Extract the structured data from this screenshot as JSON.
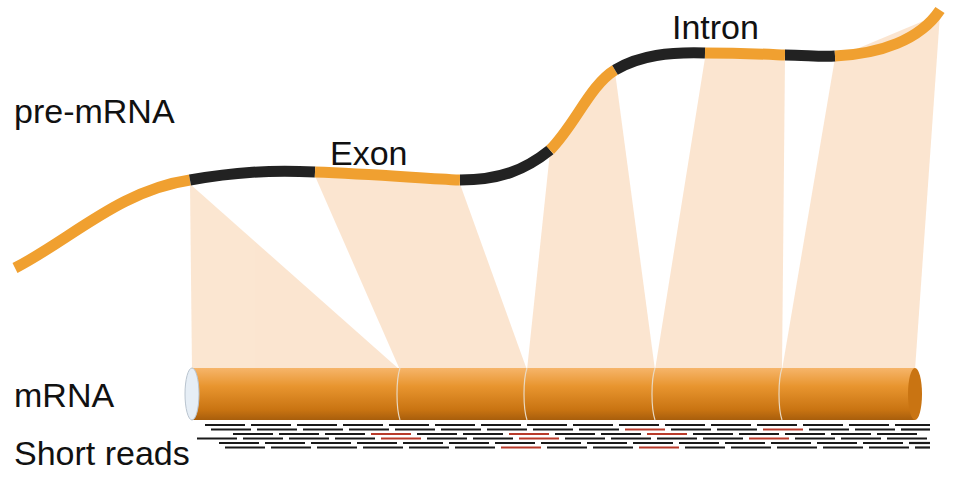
{
  "diagram": {
    "labels": [
      "pre-mRNA",
      "Exon",
      "Intron",
      "mRNA",
      "Short reads"
    ]
  }
}
